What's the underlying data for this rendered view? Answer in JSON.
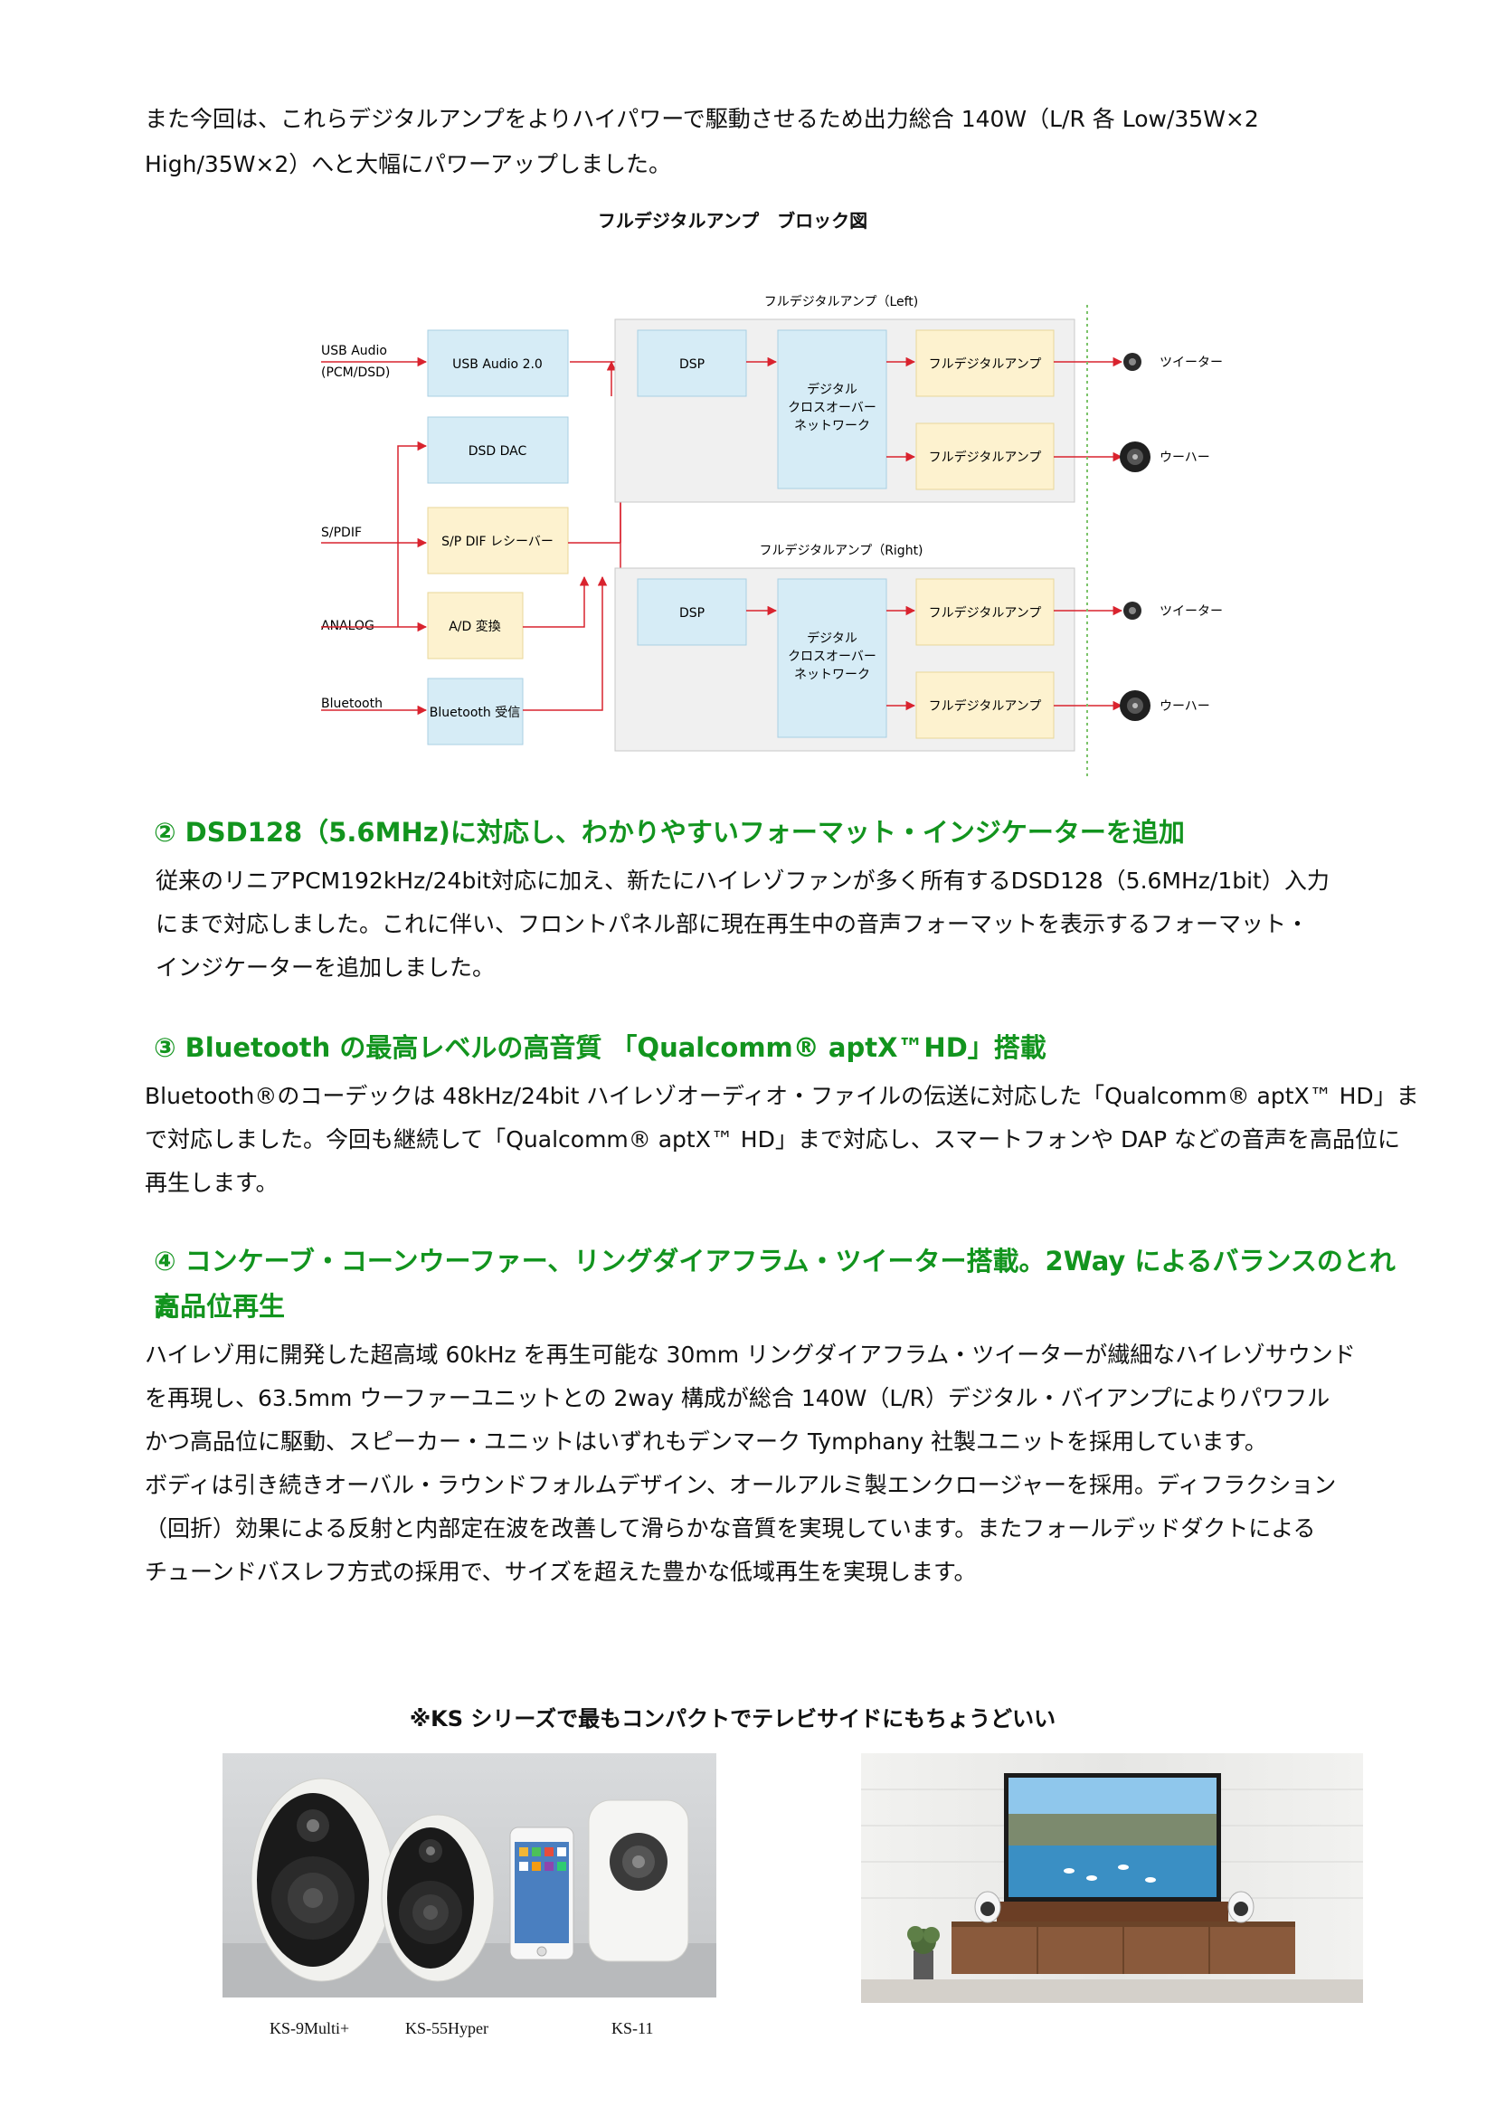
{
  "intro": {
    "line1": "また今回は、これらデジタルアンプをよりハイパワーで駆動させるため出力総合 140W（L/R 各 Low/35W×2",
    "line2": "High/35W×2）へと大幅にパワーアップしました。"
  },
  "diagram": {
    "title": "フルデジタルアンプ　ブロック図",
    "inputs": {
      "usb": "USB Audio",
      "usb_sub": "(PCM/DSD)",
      "spdif": "S/PDIF",
      "analog": "ANALOG",
      "bluetooth": "Bluetooth"
    },
    "blocks": {
      "usb_audio": "USB Audio 2.0",
      "dsd_dac": "DSD DAC",
      "spdif_receiver": "S/P DIF レシーバー",
      "ad": "A/D 変換",
      "bt_receiver": "Bluetooth 受信"
    },
    "left": {
      "label": "フルデジタルアンプ（Left)",
      "dsp": "DSP",
      "xover": [
        "デジタル",
        "クロスオーバー",
        "ネットワーク"
      ],
      "amp_hi": "フルデジタルアンプ",
      "amp_lo": "フルデジタルアンプ",
      "tweeter": "ツイーター",
      "woofer": "ウーハー"
    },
    "right": {
      "label": "フルデジタルアンプ（Right)",
      "dsp": "DSP",
      "xover": [
        "デジタル",
        "クロスオーバー",
        "ネットワーク"
      ],
      "amp_hi": "フルデジタルアンプ",
      "amp_lo": "フルデジタルアンプ",
      "tweeter": "ツイーター",
      "woofer": "ウーハー"
    }
  },
  "section2": {
    "heading": "②  DSD128（5.6MHz)に対応し、わかりやすいフォーマット・インジケーターを追加",
    "lines": [
      "従来のリニアPCM192kHz/24bit対応に加え、新たにハイレゾファンが多く所有するDSD128（5.6MHz/1bit）入力",
      "にまで対応しました。これに伴い、フロントパネル部に現在再生中の音声フォーマットを表示するフォーマット・",
      "インジケーターを追加しました。"
    ]
  },
  "section3": {
    "heading": "③  Bluetooth の最高レベルの高音質 「Qualcomm® aptX™HD」搭載",
    "lines": [
      "Bluetooth®のコーデックは 48kHz/24bit ハイレゾオーディオ・ファイルの伝送に対応した「Qualcomm®  aptX™  HD」ま",
      "で対応しました。今回も継続して「Qualcomm® aptX™ HD」まで対応し、スマートフォンや DAP などの音声を高品位に",
      "再生します。"
    ]
  },
  "section4": {
    "heading1": "④  コンケーブ・コーンウーファー、リングダイアフラム・ツイーター搭載。2Way によるバランスのとれた",
    "heading2": "高品位再生",
    "lines": [
      "ハイレゾ用に開発した超高域 60kHz を再生可能な 30mm リングダイアフラム・ツイーターが繊細なハイレゾサウンド",
      "を再現し、63.5mm  ウーファーユニットとの 2way 構成が総合 140W（L/R）デジタル・バイアンプによりパワフル",
      "かつ高品位に駆動、スピーカー・ユニットはいずれもデンマーク Tymphany 社製ユニットを採用しています。",
      "ボディは引き続きオーバル・ラウンドフォルムデザイン、オールアルミ製エンクロージャーを採用。ディフラクション",
      "（回折）効果による反射と内部定在波を改善して滑らかな音質を実現しています。またフォールデッドダクトによる",
      "チューンドバスレフ方式の採用で、サイズを超えた豊かな低域再生を実現します。"
    ]
  },
  "photos": {
    "caption": "※KS シリーズで最もコンパクトでテレビサイドにもちょうどいい",
    "models": [
      "KS-9Multi+",
      "KS-55Hyper",
      "KS-11"
    ]
  }
}
